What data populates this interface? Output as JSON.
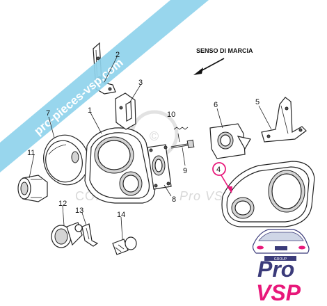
{
  "watermark": {
    "banner_text": "pro-pieces-vsp.com",
    "copyright_text": "COPYRIGHT",
    "copyright_brand": "Pro VSP",
    "banner_color": "#8fd3ec"
  },
  "direction": {
    "label": "SENSO DI MARCIA"
  },
  "callouts": {
    "c1": "1",
    "c2": "2",
    "c3": "3",
    "c4": "4",
    "c5": "5",
    "c6": "6",
    "c7": "7",
    "c8": "8",
    "c9": "9",
    "c10": "10",
    "c11": "11",
    "c12": "12",
    "c13": "13",
    "c14": "14"
  },
  "highlight": {
    "callout": "4",
    "color": "#e8187a"
  },
  "logo": {
    "group_text": "GROUP",
    "pro_text": "Pro",
    "vsp_text": "VSP",
    "primary_color": "#3b3b7a",
    "accent_color": "#e8187a"
  }
}
